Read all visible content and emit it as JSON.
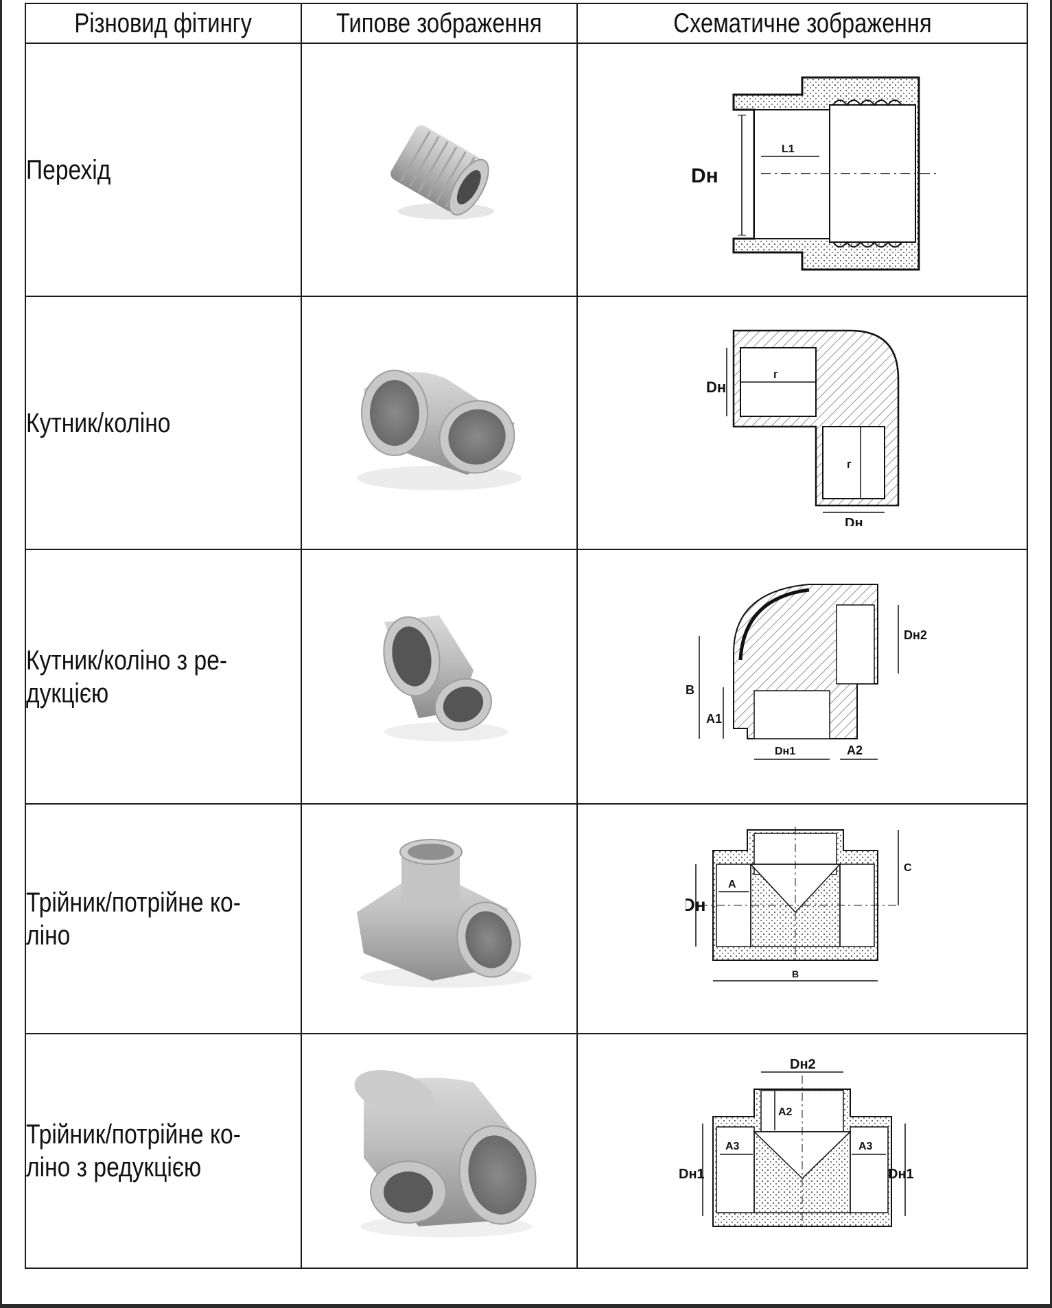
{
  "table": {
    "headers": {
      "type": "Різновид фітингу",
      "photo": "Типове зображення",
      "scheme": "Схематичне зображення"
    },
    "rows": [
      {
        "name": "Перехід",
        "labels": {
          "d": "Dн",
          "l": "L1"
        }
      },
      {
        "name": "Кутник/коліно",
        "labels": {
          "d1": "Dн",
          "l1": "г",
          "d2": "Dн",
          "l2": "г"
        }
      },
      {
        "name": "Кутник/коліно з ре-\nдукцією",
        "labels": {
          "d2": "Dн2",
          "b": "В",
          "a1": "А1",
          "d1": "Dн1",
          "a2": "А2"
        }
      },
      {
        "name": "Трійник/потрійне ко-\nліно",
        "labels": {
          "c": "С",
          "a": "А",
          "d": "Dн",
          "b": "В"
        }
      },
      {
        "name": "Трійник/потрійне ко-\nліно з редукцією",
        "labels": {
          "d2": "Dн2",
          "a2": "А2",
          "a3l": "А3",
          "a3r": "А3",
          "d1l": "Dн1",
          "d1r": "Dн1"
        }
      }
    ]
  }
}
